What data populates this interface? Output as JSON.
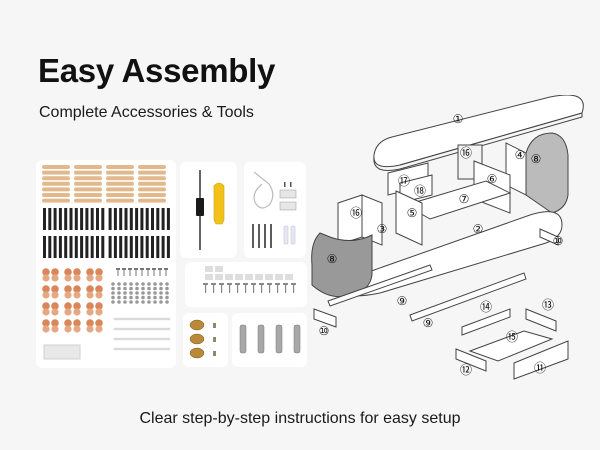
{
  "header": {
    "title": "Easy Assembly",
    "subtitle": "Complete Accessories & Tools"
  },
  "footer": {
    "caption": "Clear step-by-step instructions for easy setup"
  },
  "accessory_panels": [
    {
      "name": "dowels-and-cam-bolts",
      "items": [
        "wooden-dowel",
        "cam-lock-bolt",
        "cam-lock-nut",
        "screw",
        "wooden-stick"
      ]
    },
    {
      "name": "screwdriver-and-anchor",
      "items": [
        "screwdriver",
        "wall-anchor"
      ]
    },
    {
      "name": "anti-tip-kit",
      "items": [
        "cable-tie",
        "bracket",
        "screw",
        "wall-plug"
      ]
    },
    {
      "name": "shelf-clips",
      "items": [
        "shelf-clip",
        "screw"
      ]
    },
    {
      "name": "hinges",
      "items": [
        "brass-knob",
        "screw"
      ]
    },
    {
      "name": "shelf-pins",
      "items": [
        "shelf-pin"
      ]
    }
  ],
  "diagram": {
    "part_labels": [
      "①",
      "②",
      "③",
      "④",
      "⑤",
      "⑥",
      "⑦",
      "⑧",
      "⑧",
      "⑨",
      "⑨",
      "⑩",
      "⑩",
      "⑪",
      "⑫",
      "⑬",
      "⑭",
      "⑮",
      "⑯",
      "⑯",
      "⑰",
      "⑱"
    ]
  },
  "colors": {
    "background": "#f6f6f6",
    "panel": "#ffffff",
    "wood": "#e2b98c",
    "copper": "#d9875a",
    "brass": "#b88a3a",
    "black": "#222222",
    "yellow": "#f2c21a"
  }
}
